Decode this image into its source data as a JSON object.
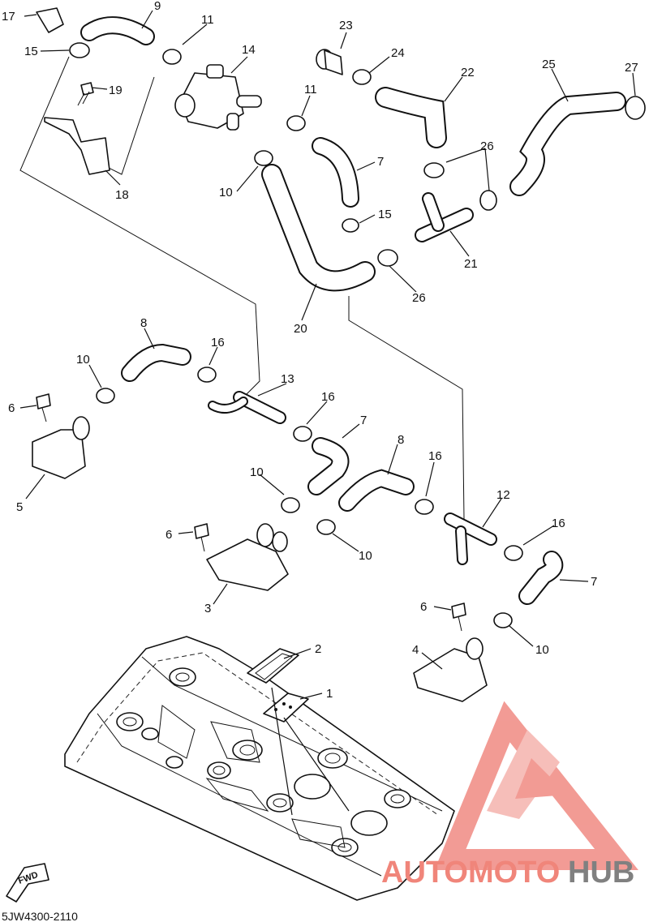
{
  "diagram_code": "5JW4300-2110",
  "fwd_label": "FWD",
  "watermark": {
    "text_primary": "AUTOMOTO",
    "text_secondary": "HUB",
    "color_primary": "#f0857a",
    "color_secondary": "#808080",
    "logo_color": "#f08a82"
  },
  "callouts": [
    "17",
    "9",
    "11",
    "15",
    "19",
    "14",
    "23",
    "24",
    "22",
    "25",
    "27",
    "11",
    "7",
    "26",
    "10",
    "18",
    "15",
    "21",
    "26",
    "20",
    "8",
    "16",
    "10",
    "13",
    "6",
    "16",
    "7",
    "5",
    "8",
    "16",
    "10",
    "12",
    "16",
    "6",
    "10",
    "7",
    "3",
    "6",
    "2",
    "10",
    "1",
    "4"
  ],
  "line_color": "#111111",
  "background": "#ffffff"
}
